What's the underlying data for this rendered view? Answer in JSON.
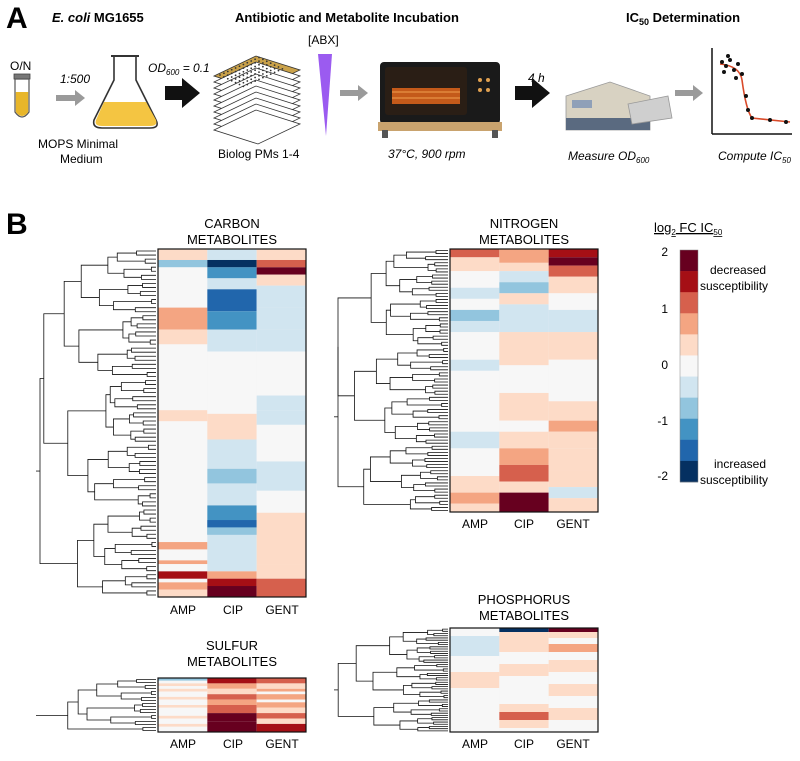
{
  "panel_a": {
    "letter": "A",
    "header_strain_italic": "E. coli",
    "header_strain_rest": " MG1655",
    "header_incubation": "Antibiotic and Metabolite Incubation",
    "header_ic50_prefix": "IC",
    "header_ic50_sub": "50",
    "header_ic50_suffix": " Determination",
    "overnight": "O/N",
    "dilution": "1:500",
    "od_prefix": "OD",
    "od_sub": "600",
    "od_suffix": " = 0.1",
    "abx": "[ABX]",
    "medium_line1": "MOPS Minimal",
    "medium_line2": "Medium",
    "plates": "Biolog PMs 1-4",
    "incubation_conditions": "37°C, 900 rpm",
    "time": "4 h",
    "measure_prefix": "Measure OD",
    "measure_sub": "600",
    "compute_prefix": "Compute IC",
    "compute_sub": "50"
  },
  "panel_b": {
    "letter": "B",
    "legend": {
      "title_prefix": "log",
      "title_sub": "2",
      "title_suffix": " FC IC",
      "title_sub2": "50",
      "top_line1": "decreased",
      "top_line2": "susceptibility",
      "bottom_line1": "increased",
      "bottom_line2": "susceptibility",
      "ticks": [
        "2",
        "1",
        "0",
        "-1",
        "-2"
      ],
      "colors": [
        "#67001f",
        "#a50f15",
        "#d6604d",
        "#f4a582",
        "#fddbc7",
        "#f7f7f7",
        "#d1e5f0",
        "#92c5de",
        "#4393c3",
        "#2166ac",
        "#053061"
      ]
    },
    "columns": [
      "AMP",
      "CIP",
      "GENT"
    ],
    "heatmaps": {
      "carbon": {
        "title1": "CARBON",
        "title2": "METABOLITES",
        "rows": 95,
        "bands": [
          [
            [
              0,
              3,
              0.4
            ],
            [
              3,
              5,
              -0.8
            ],
            [
              5,
              95,
              0.1
            ],
            [
              85,
              86,
              0.8
            ],
            [
              88,
              90,
              1.5
            ],
            [
              91,
              93,
              0.9
            ],
            [
              93,
              95,
              0.6
            ],
            [
              16,
              22,
              1.0
            ],
            [
              22,
              26,
              0.6
            ],
            [
              44,
              47,
              0.5
            ],
            [
              80,
              82,
              0.7
            ]
          ],
          [
            [
              0,
              3,
              -0.4
            ],
            [
              3,
              5,
              -2.0
            ],
            [
              5,
              8,
              -1.2
            ],
            [
              8,
              11,
              -0.5
            ],
            [
              11,
              17,
              -1.6
            ],
            [
              17,
              22,
              -1.0
            ],
            [
              22,
              28,
              -0.5
            ],
            [
              28,
              45,
              0.1
            ],
            [
              45,
              52,
              0.5
            ],
            [
              52,
              60,
              -0.4
            ],
            [
              60,
              64,
              -0.7
            ],
            [
              64,
              70,
              -0.3
            ],
            [
              70,
              78,
              -1.0
            ],
            [
              78,
              88,
              -0.3
            ],
            [
              88,
              90,
              0.8
            ],
            [
              90,
              92,
              1.6
            ],
            [
              92,
              95,
              2.0
            ],
            [
              74,
              76,
              -1.6
            ],
            [
              76,
              78,
              -0.8
            ]
          ],
          [
            [
              0,
              3,
              0.6
            ],
            [
              3,
              5,
              1.2
            ],
            [
              5,
              7,
              1.8
            ],
            [
              7,
              10,
              0.4
            ],
            [
              10,
              16,
              -0.3
            ],
            [
              16,
              22,
              -0.5
            ],
            [
              22,
              28,
              -0.2
            ],
            [
              28,
              40,
              0.05
            ],
            [
              40,
              44,
              -0.4
            ],
            [
              44,
              48,
              -0.2
            ],
            [
              48,
              58,
              0.1
            ],
            [
              58,
              66,
              -0.2
            ],
            [
              66,
              72,
              0.05
            ],
            [
              72,
              86,
              0.4
            ],
            [
              86,
              90,
              0.6
            ],
            [
              90,
              95,
              1.2
            ]
          ]
        ]
      },
      "nitrogen": {
        "title1": "NITROGEN",
        "title2": "METABOLITES",
        "rows": 95,
        "bands": [
          [
            [
              0,
              3,
              1.2
            ],
            [
              3,
              8,
              0.4
            ],
            [
              8,
              14,
              0.1
            ],
            [
              14,
              18,
              -0.3
            ],
            [
              18,
              22,
              0.1
            ],
            [
              22,
              26,
              -0.6
            ],
            [
              26,
              30,
              -0.2
            ],
            [
              30,
              40,
              0.1
            ],
            [
              40,
              44,
              -0.2
            ],
            [
              44,
              55,
              0.1
            ],
            [
              55,
              60,
              0.1
            ],
            [
              60,
              66,
              0.1
            ],
            [
              66,
              72,
              -0.2
            ],
            [
              72,
              82,
              0.2
            ],
            [
              82,
              88,
              0.5
            ],
            [
              88,
              92,
              1.0
            ],
            [
              92,
              95,
              0.6
            ]
          ],
          [
            [
              0,
              5,
              0.8
            ],
            [
              5,
              8,
              0.3
            ],
            [
              8,
              12,
              -0.4
            ],
            [
              12,
              16,
              -0.9
            ],
            [
              16,
              20,
              0.5
            ],
            [
              20,
              30,
              -0.2
            ],
            [
              30,
              42,
              0.4
            ],
            [
              42,
              52,
              0.1
            ],
            [
              52,
              62,
              0.4
            ],
            [
              62,
              66,
              0.2
            ],
            [
              66,
              72,
              0.5
            ],
            [
              72,
              78,
              0.8
            ],
            [
              78,
              84,
              1.4
            ],
            [
              84,
              88,
              0.5
            ],
            [
              88,
              95,
              2.0
            ]
          ],
          [
            [
              0,
              3,
              1.5
            ],
            [
              3,
              6,
              2.0
            ],
            [
              6,
              10,
              1.2
            ],
            [
              10,
              16,
              0.5
            ],
            [
              16,
              22,
              0.1
            ],
            [
              22,
              30,
              -0.3
            ],
            [
              30,
              40,
              0.4
            ],
            [
              40,
              55,
              0.1
            ],
            [
              55,
              62,
              0.5
            ],
            [
              62,
              66,
              0.9
            ],
            [
              66,
              72,
              0.5
            ],
            [
              72,
              80,
              0.3
            ],
            [
              80,
              86,
              0.6
            ],
            [
              86,
              90,
              -0.3
            ],
            [
              90,
              95,
              0.3
            ]
          ]
        ]
      },
      "sulfur": {
        "title1": "SULFUR",
        "title2": "METABOLITES",
        "rows": 20,
        "bands": [
          [
            [
              0,
              1,
              -0.8
            ],
            [
              1,
              2,
              0.1
            ],
            [
              2,
              3,
              0.5
            ],
            [
              3,
              4,
              0.1
            ],
            [
              4,
              5,
              0.3
            ],
            [
              5,
              7,
              0.1
            ],
            [
              7,
              8,
              0.4
            ],
            [
              8,
              10,
              0.1
            ],
            [
              10,
              11,
              0.3
            ],
            [
              11,
              20,
              0.1
            ],
            [
              14,
              15,
              0.4
            ],
            [
              17,
              18,
              0.3
            ]
          ],
          [
            [
              0,
              2,
              1.6
            ],
            [
              2,
              4,
              1.0
            ],
            [
              4,
              6,
              0.6
            ],
            [
              6,
              8,
              1.2
            ],
            [
              8,
              10,
              0.7
            ],
            [
              10,
              13,
              1.4
            ],
            [
              13,
              16,
              1.8
            ],
            [
              16,
              20,
              2.0
            ]
          ],
          [
            [
              0,
              2,
              1.3
            ],
            [
              2,
              4,
              0.6
            ],
            [
              4,
              5,
              1.0
            ],
            [
              5,
              6,
              0.2
            ],
            [
              6,
              8,
              0.8
            ],
            [
              8,
              9,
              0.2
            ],
            [
              9,
              11,
              1.0
            ],
            [
              11,
              13,
              0.5
            ],
            [
              13,
              15,
              1.3
            ],
            [
              15,
              17,
              0.5
            ],
            [
              17,
              20,
              1.5
            ]
          ]
        ]
      },
      "phosphorus": {
        "title1": "PHOSPHORUS",
        "title2": "METABOLITES",
        "rows": 52,
        "bands": [
          [
            [
              0,
              4,
              0.1
            ],
            [
              4,
              14,
              -0.4
            ],
            [
              14,
              22,
              0.1
            ],
            [
              22,
              30,
              0.3
            ],
            [
              30,
              38,
              0.1
            ],
            [
              38,
              44,
              0.2
            ],
            [
              44,
              52,
              0.1
            ]
          ],
          [
            [
              0,
              2,
              -2.0
            ],
            [
              2,
              6,
              0.5
            ],
            [
              6,
              12,
              0.3
            ],
            [
              12,
              18,
              0.1
            ],
            [
              18,
              24,
              0.5
            ],
            [
              24,
              32,
              0.2
            ],
            [
              32,
              38,
              0.1
            ],
            [
              38,
              42,
              0.4
            ],
            [
              42,
              46,
              1.3
            ],
            [
              46,
              50,
              0.6
            ],
            [
              50,
              52,
              0.2
            ]
          ],
          [
            [
              0,
              2,
              2.0
            ],
            [
              2,
              5,
              0.6
            ],
            [
              5,
              8,
              0.2
            ],
            [
              8,
              12,
              0.7
            ],
            [
              12,
              16,
              0.2
            ],
            [
              16,
              22,
              0.5
            ],
            [
              22,
              28,
              0.1
            ],
            [
              28,
              34,
              0.3
            ],
            [
              34,
              40,
              0.1
            ],
            [
              40,
              46,
              0.3
            ],
            [
              46,
              52,
              0.1
            ]
          ]
        ]
      }
    }
  }
}
